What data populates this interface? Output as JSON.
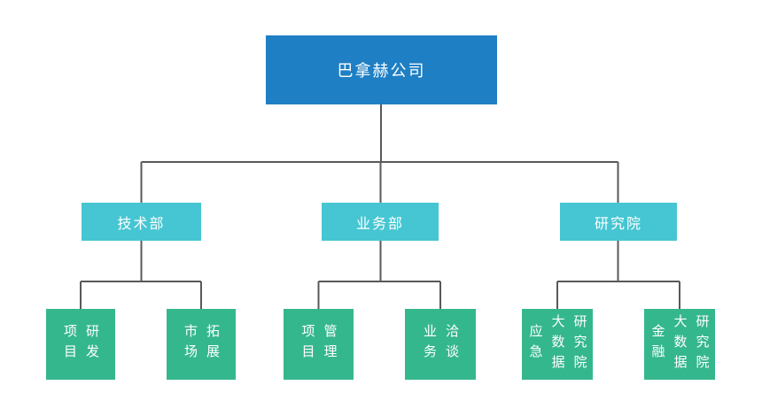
{
  "palette": {
    "root_fill": "#1f7fc4",
    "dept_fill": "#46c6d2",
    "leaf_fill": "#35b78e",
    "connector_color": "#58595b",
    "node_text_color": "#ffffff",
    "background": "#ffffff"
  },
  "org": {
    "root": {
      "label": "巴拿赫公司"
    },
    "departments": [
      {
        "label": "技术部",
        "children": [
          {
            "label": "项目\n研发"
          },
          {
            "label": "市场\n拓展"
          }
        ]
      },
      {
        "label": "业务部",
        "children": [
          {
            "label": "项目\n管理"
          },
          {
            "label": "业务\n洽谈"
          }
        ]
      },
      {
        "label": "研究院",
        "children": [
          {
            "label": "应急\n大数据\n研究院"
          },
          {
            "label": "金融\n大数据\n研究院"
          }
        ]
      }
    ]
  }
}
